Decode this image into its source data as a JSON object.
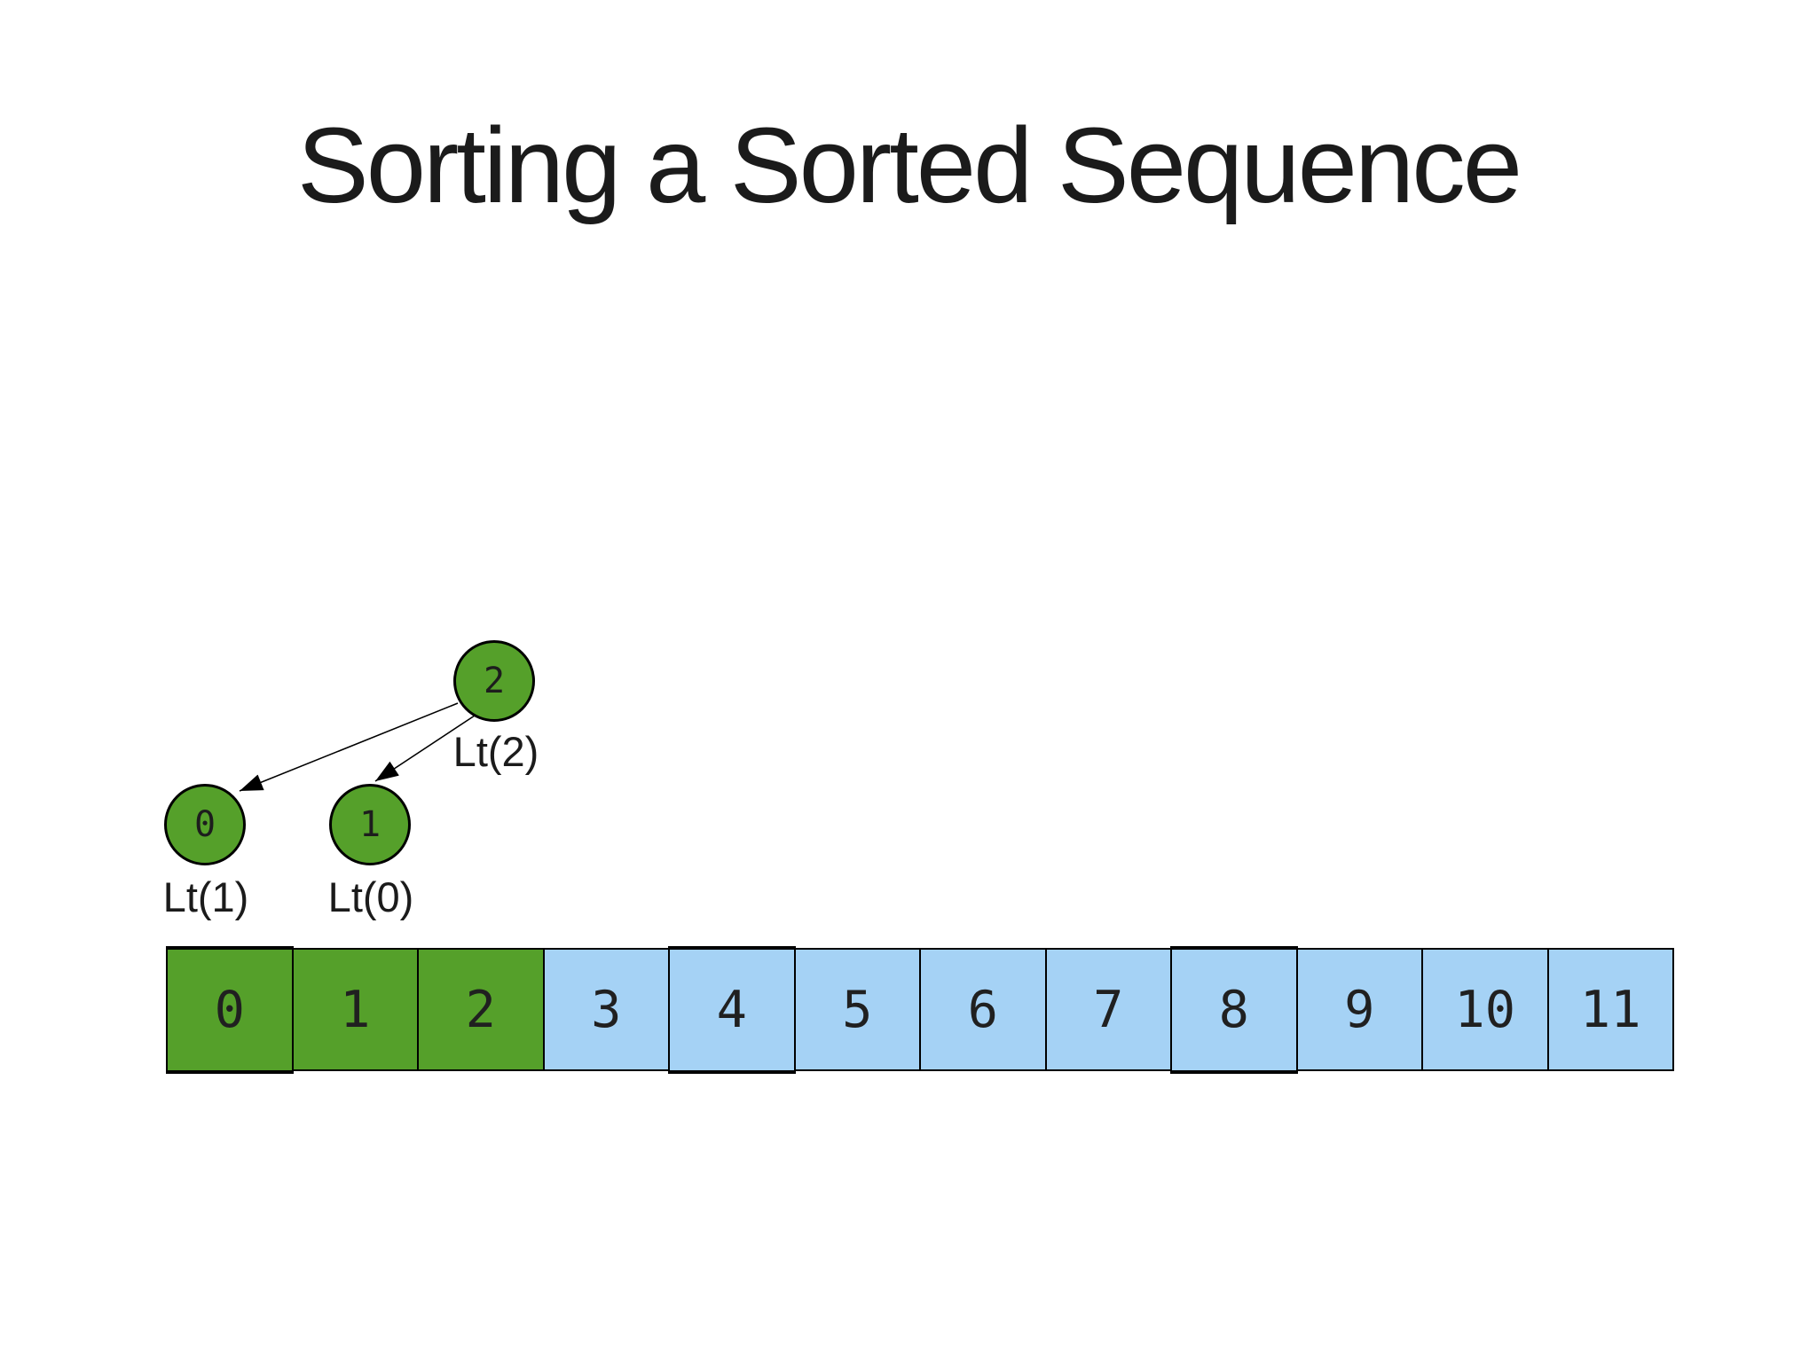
{
  "slide": {
    "title": "Sorting a Sorted Sequence"
  },
  "tree": {
    "nodes": [
      {
        "id": "2",
        "label": "2",
        "tag": "Lt(2)"
      },
      {
        "id": "0",
        "label": "0",
        "tag": "Lt(1)"
      },
      {
        "id": "1",
        "label": "1",
        "tag": "Lt(0)"
      }
    ],
    "edges": [
      {
        "from": "2",
        "to": "0"
      },
      {
        "from": "2",
        "to": "1"
      }
    ]
  },
  "array": {
    "cells": [
      {
        "value": "0",
        "state": "sorted"
      },
      {
        "value": "1",
        "state": "sorted"
      },
      {
        "value": "2",
        "state": "sorted"
      },
      {
        "value": "3",
        "state": "unsorted"
      },
      {
        "value": "4",
        "state": "unsorted"
      },
      {
        "value": "5",
        "state": "unsorted"
      },
      {
        "value": "6",
        "state": "unsorted"
      },
      {
        "value": "7",
        "state": "unsorted"
      },
      {
        "value": "8",
        "state": "unsorted"
      },
      {
        "value": "9",
        "state": "unsorted"
      },
      {
        "value": "10",
        "state": "unsorted"
      },
      {
        "value": "11",
        "state": "unsorted"
      }
    ]
  },
  "colors": {
    "sorted_green": "#55a02a",
    "unsorted_blue": "#a5d2f5",
    "node_green": "#55a02a",
    "outline": "#000000",
    "text_dark": "#1b1b1b"
  }
}
